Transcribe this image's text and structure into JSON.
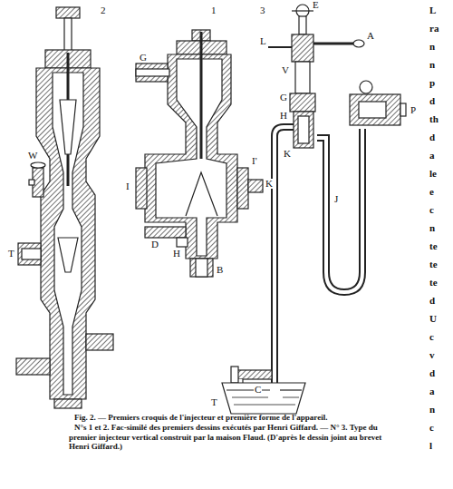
{
  "diagram": {
    "title": "Fig. 2. — Premiers croquis de l'injecteur et première forme de l'appareil.",
    "caption": "N°s 1 et 2. Fac-similé des premiers dessins exécutés par Henri Giffard. — N° 3. Type du premier injecteur vertical construit par la maison Flaud. (D'après le dessin joint au brevet Henri Giffard.)",
    "labels": [
      "2",
      "1",
      "3",
      "W",
      "T",
      "G",
      "I",
      "I'",
      "K",
      "D",
      "H",
      "B",
      "L",
      "E",
      "A",
      "V",
      "G",
      "H",
      "K",
      "J",
      "P",
      "C",
      "T",
      "L",
      "ra",
      "n",
      "n",
      "p",
      "d",
      "th",
      "d",
      "a",
      "le",
      "e",
      "c",
      "n",
      "te",
      "te",
      "te",
      "d",
      "U",
      "c",
      "v",
      "d",
      "a",
      "n",
      "c",
      "l"
    ]
  }
}
